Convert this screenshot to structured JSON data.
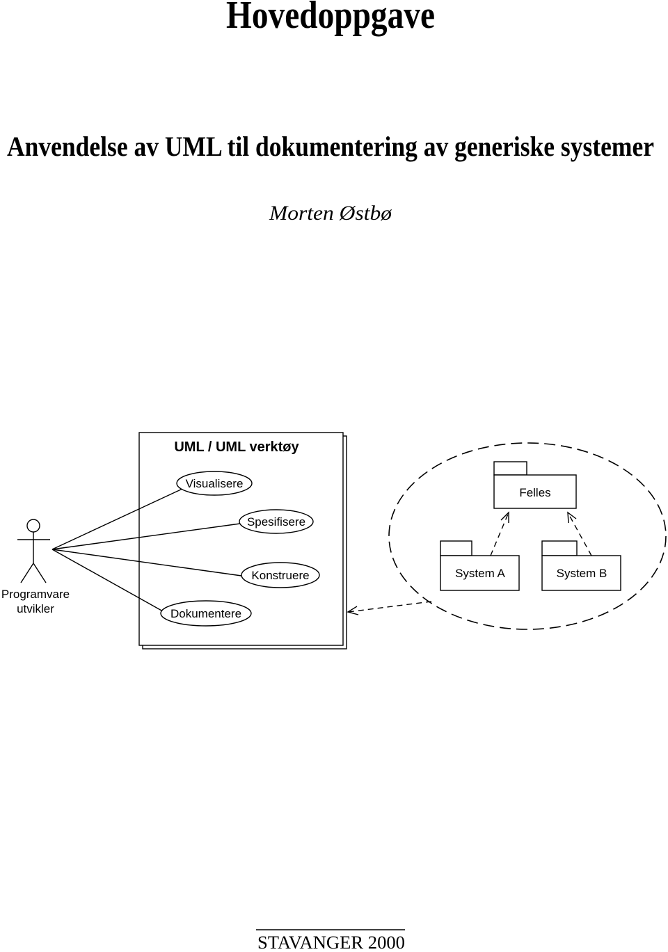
{
  "title": "Hovedoppgave",
  "subtitle": "Anvendelse av UML til dokumentering av generiske systemer",
  "author": "Morten Østbø",
  "diagram": {
    "boundary_label": "UML / UML verktøy",
    "actor": {
      "line1": "Programvare",
      "line2": "utvikler"
    },
    "use_cases": [
      "Visualisere",
      "Spesifisere",
      "Konstruere",
      "Dokumentere"
    ],
    "packages": [
      "Felles",
      "System A",
      "System B"
    ]
  },
  "footer": "STAVANGER 2000"
}
